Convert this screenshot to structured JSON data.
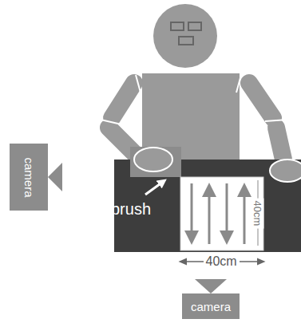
{
  "diagram": {
    "nodes": [
      {
        "text": [
          "camera"
        ]
      },
      {
        "text": [
          "camera"
        ]
      }
    ],
    "labels": [
      "brush",
      "40cm",
      "40cm"
    ]
  }
}
